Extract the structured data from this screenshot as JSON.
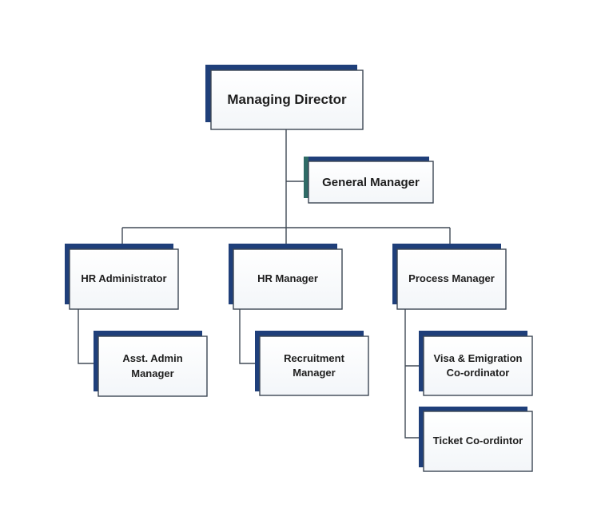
{
  "diagram": {
    "accent_color": "#1f3f7a",
    "secondary_accent": "#2f6b66",
    "border_color": "#3c4654",
    "nodes": {
      "managing_director": "Managing Director",
      "general_manager": "General Manager",
      "hr_administrator": "HR Administrator",
      "hr_manager": "HR Manager",
      "process_manager": "Process Manager",
      "asst_admin_manager": "Asst. Admin\nManager",
      "recruitment_manager": "Recruitment\nManager",
      "visa_emigration_coordinator": "Visa & Emigration\nCo-ordinator",
      "ticket_coordinator": "Ticket Co-ordintor"
    }
  }
}
